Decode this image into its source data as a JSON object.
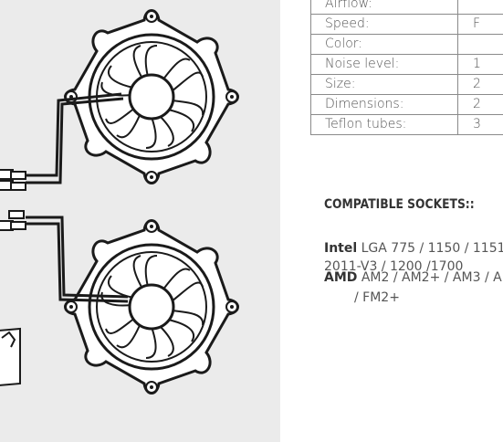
{
  "spec_table": {
    "rows": [
      {
        "label": "Airflow:",
        "value": ""
      },
      {
        "label": "Speed:",
        "value": "F"
      },
      {
        "label": "Color:",
        "value": ""
      },
      {
        "label": "Noise level:",
        "value": "1"
      },
      {
        "label": "Size:",
        "value": "2"
      },
      {
        "label": "Dimensions:",
        "value": "2"
      },
      {
        "label": "Teflon tubes:",
        "value": "3"
      }
    ]
  },
  "sockets": {
    "heading": "COMPATIBLE SOCKETS::",
    "intel_brand": "Intel",
    "intel_line1": "LGA 775 / 1150 / 1151",
    "intel_line2": "2011-V3 / 1200 /1700",
    "amd_brand": "AMD",
    "amd_line1": "AM2 / AM2+ / AM3 / A",
    "amd_line2": "/ FM2+"
  }
}
